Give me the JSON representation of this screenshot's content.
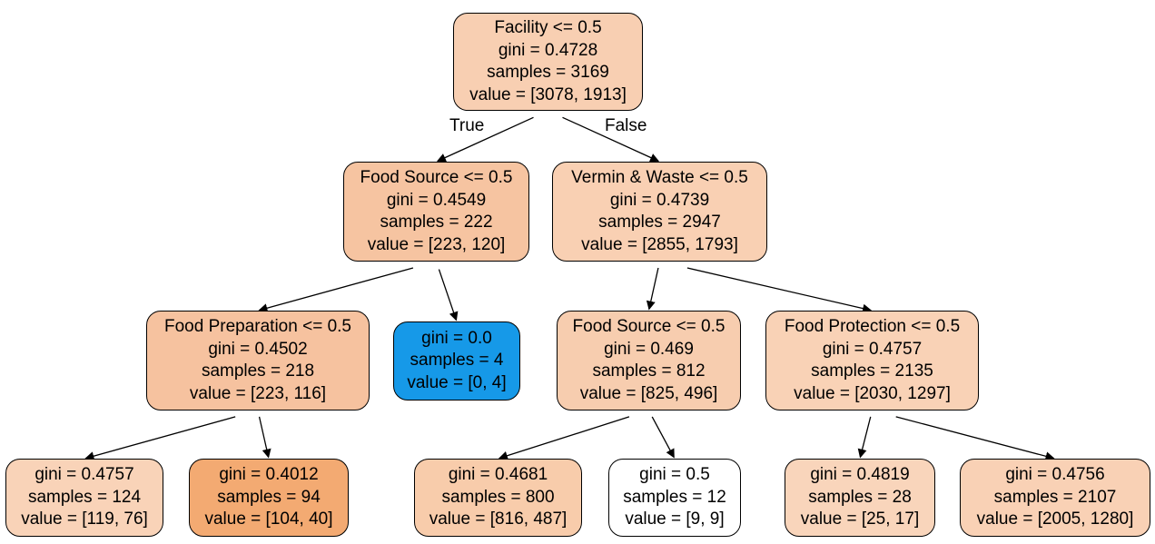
{
  "tree": {
    "edge_labels": {
      "true_label": "True",
      "false_label": "False"
    },
    "nodes": [
      {
        "id": "n0",
        "split": "Facility <= 0.5",
        "gini": "gini = 0.4728",
        "samples": "samples = 3169",
        "value": "value = [3078, 1913]",
        "fill": "#f8cfb2"
      },
      {
        "id": "n1",
        "split": "Food Source <= 0.5",
        "gini": "gini = 0.4549",
        "samples": "samples = 222",
        "value": "value = [223, 120]",
        "fill": "#f6c4a1"
      },
      {
        "id": "n2",
        "split": "Food Preparation <= 0.5",
        "gini": "gini = 0.4502",
        "samples": "samples = 218",
        "value": "value = [223, 116]",
        "fill": "#f6c29f"
      },
      {
        "id": "n3",
        "split": "gini = 0.4757",
        "gini": "samples = 124",
        "samples": "value = [119, 76]",
        "value": "",
        "fill": "#f9d3b8"
      },
      {
        "id": "n4",
        "split": "gini = 0.4012",
        "gini": "samples = 94",
        "samples": "value = [104, 40]",
        "value": "",
        "fill": "#f3aa72"
      },
      {
        "id": "n5",
        "split": "gini = 0.0",
        "gini": "samples = 4",
        "samples": "value = [0, 4]",
        "value": "",
        "fill": "#1699e8"
      },
      {
        "id": "n6",
        "split": "Vermin & Waste <= 0.5",
        "gini": "gini = 0.4739",
        "samples": "samples = 2947",
        "value": "value = [2855, 1793]",
        "fill": "#f9d0b3"
      },
      {
        "id": "n7",
        "split": "Food Source <= 0.5",
        "gini": "gini = 0.469",
        "samples": "samples = 812",
        "value": "value = [825, 496]",
        "fill": "#f7cdaf"
      },
      {
        "id": "n8",
        "split": "gini = 0.4681",
        "gini": "samples = 800",
        "samples": "value = [816, 487]",
        "value": "",
        "fill": "#f8ccab"
      },
      {
        "id": "n9",
        "split": "gini = 0.5",
        "gini": "samples = 12",
        "samples": "value = [9, 9]",
        "value": "",
        "fill": "#ffffff"
      },
      {
        "id": "n10",
        "split": "Food Protection <= 0.5",
        "gini": "gini = 0.4757",
        "samples": "samples = 2135",
        "value": "value = [2030, 1297]",
        "fill": "#f9d2b6"
      },
      {
        "id": "n11",
        "split": "gini = 0.4819",
        "gini": "samples = 28",
        "samples": "value = [25, 17]",
        "value": "",
        "fill": "#f9d5bb"
      },
      {
        "id": "n12",
        "split": "gini = 0.4756",
        "gini": "samples = 2107",
        "samples": "value = [2005, 1280]",
        "value": "",
        "fill": "#f9d1b5"
      }
    ],
    "edges": [
      {
        "from": "n0",
        "to": "n1"
      },
      {
        "from": "n0",
        "to": "n6"
      },
      {
        "from": "n1",
        "to": "n2"
      },
      {
        "from": "n1",
        "to": "n5"
      },
      {
        "from": "n2",
        "to": "n3"
      },
      {
        "from": "n2",
        "to": "n4"
      },
      {
        "from": "n6",
        "to": "n7"
      },
      {
        "from": "n6",
        "to": "n10"
      },
      {
        "from": "n7",
        "to": "n8"
      },
      {
        "from": "n7",
        "to": "n9"
      },
      {
        "from": "n10",
        "to": "n11"
      },
      {
        "from": "n10",
        "to": "n12"
      }
    ]
  }
}
